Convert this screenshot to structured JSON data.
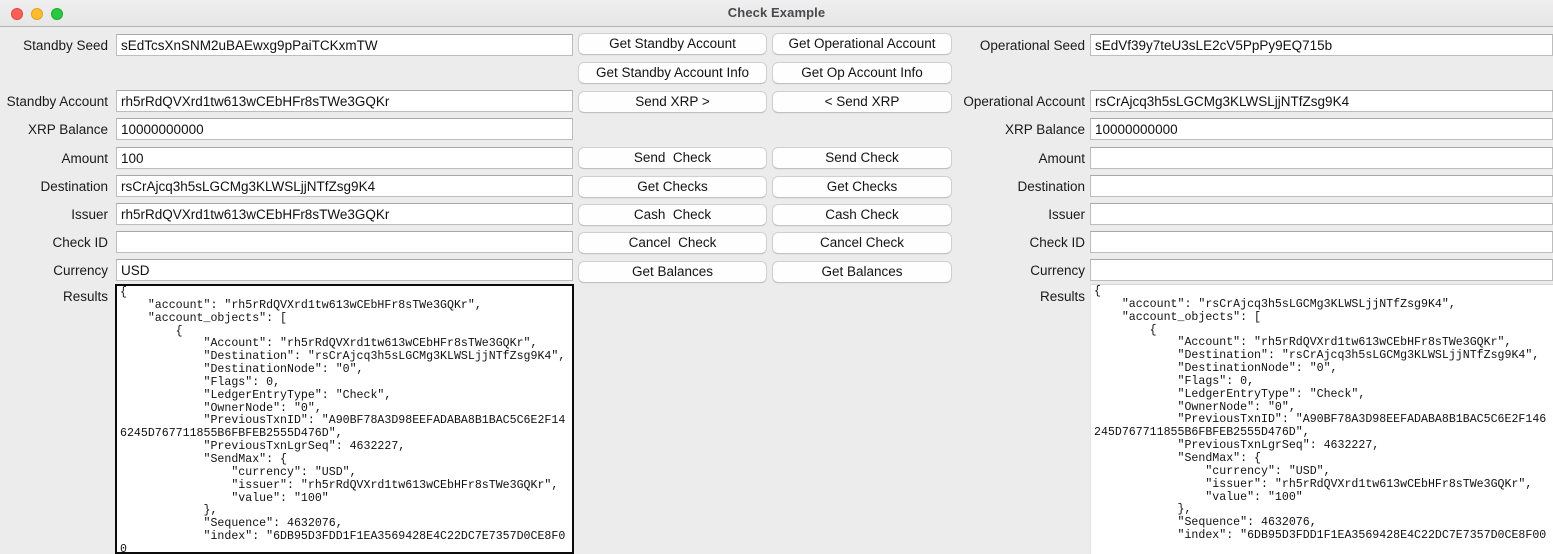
{
  "window": {
    "title": "Check Example",
    "traffic_lights": [
      {
        "name": "close",
        "color": "#ff5f57"
      },
      {
        "name": "minimize",
        "color": "#ffbd2e"
      },
      {
        "name": "zoom",
        "color": "#28c840"
      }
    ]
  },
  "standby": {
    "labels": {
      "seed": "Standby Seed",
      "account": "Standby Account",
      "xrp_balance": "XRP Balance",
      "amount": "Amount",
      "destination": "Destination",
      "issuer": "Issuer",
      "check_id": "Check ID",
      "currency": "Currency",
      "results": "Results"
    },
    "values": {
      "seed": "sEdTcsXnSNM2uBAEwxg9pPaiTCKxmTW",
      "account": "rh5rRdQVXrd1tw613wCEbHFr8sTWe3GQKr",
      "xrp_balance": "10000000000",
      "amount": "100",
      "destination": "rsCrAjcq3h5sLGCMg3KLWSLjjNTfZsg9K4",
      "issuer": "rh5rRdQVXrd1tw613wCEbHFr8sTWe3GQKr",
      "check_id": "",
      "currency": "USD",
      "results": "{\n    \"account\": \"rh5rRdQVXrd1tw613wCEbHFr8sTWe3GQKr\",\n    \"account_objects\": [\n        {\n            \"Account\": \"rh5rRdQVXrd1tw613wCEbHFr8sTWe3GQKr\",\n            \"Destination\": \"rsCrAjcq3h5sLGCMg3KLWSLjjNTfZsg9K4\",\n            \"DestinationNode\": \"0\",\n            \"Flags\": 0,\n            \"LedgerEntryType\": \"Check\",\n            \"OwnerNode\": \"0\",\n            \"PreviousTxnID\": \"A90BF78A3D98EEFADABA8B1BAC5C6E2F146245D767711855B6FBFEB2555D476D\",\n            \"PreviousTxnLgrSeq\": 4632227,\n            \"SendMax\": {\n                \"currency\": \"USD\",\n                \"issuer\": \"rh5rRdQVXrd1tw613wCEbHFr8sTWe3GQKr\",\n                \"value\": \"100\"\n            },\n            \"Sequence\": 4632076,\n            \"index\": \"6DB95D3FDD1F1EA3569428E4C22DC7E7357D0CE8F00"
    }
  },
  "operational": {
    "labels": {
      "seed": "Operational Seed",
      "account": "Operational Account",
      "xrp_balance": "XRP Balance",
      "amount": "Amount",
      "destination": "Destination",
      "issuer": "Issuer",
      "check_id": "Check ID",
      "currency": "Currency",
      "results": "Results"
    },
    "values": {
      "seed": "sEdVf39y7teU3sLE2cV5PpPy9EQ715b",
      "account": "rsCrAjcq3h5sLGCMg3KLWSLjjNTfZsg9K4",
      "xrp_balance": "10000000000",
      "amount": "",
      "destination": "",
      "issuer": "",
      "check_id": "",
      "currency": "",
      "results": "{\n    \"account\": \"rsCrAjcq3h5sLGCMg3KLWSLjjNTfZsg9K4\",\n    \"account_objects\": [\n        {\n            \"Account\": \"rh5rRdQVXrd1tw613wCEbHFr8sTWe3GQKr\",\n            \"Destination\": \"rsCrAjcq3h5sLGCMg3KLWSLjjNTfZsg9K4\",\n            \"DestinationNode\": \"0\",\n            \"Flags\": 0,\n            \"LedgerEntryType\": \"Check\",\n            \"OwnerNode\": \"0\",\n            \"PreviousTxnID\": \"A90BF78A3D98EEFADABA8B1BAC5C6E2F146245D767711855B6FBFEB2555D476D\",\n            \"PreviousTxnLgrSeq\": 4632227,\n            \"SendMax\": {\n                \"currency\": \"USD\",\n                \"issuer\": \"rh5rRdQVXrd1tw613wCEbHFr8sTWe3GQKr\",\n                \"value\": \"100\"\n            },\n            \"Sequence\": 4632076,\n            \"index\": \"6DB95D3FDD1F1EA3569428E4C22DC7E7357D0CE8F00"
    }
  },
  "buttons": {
    "left": {
      "get_account": "Get Standby Account",
      "get_account_info": "Get Standby Account Info",
      "send_xrp": "Send XRP >",
      "send_check": "Send  Check",
      "get_checks": "Get Checks",
      "cash_check": "Cash  Check",
      "cancel_check": "Cancel  Check",
      "get_balances": "Get Balances"
    },
    "right": {
      "get_account": "Get Operational Account",
      "get_account_info": "Get Op Account Info",
      "send_xrp": "< Send XRP",
      "send_check": "Send Check",
      "get_checks": "Get Checks",
      "cash_check": "Cash Check",
      "cancel_check": "Cancel Check",
      "get_balances": "Get Balances"
    }
  }
}
